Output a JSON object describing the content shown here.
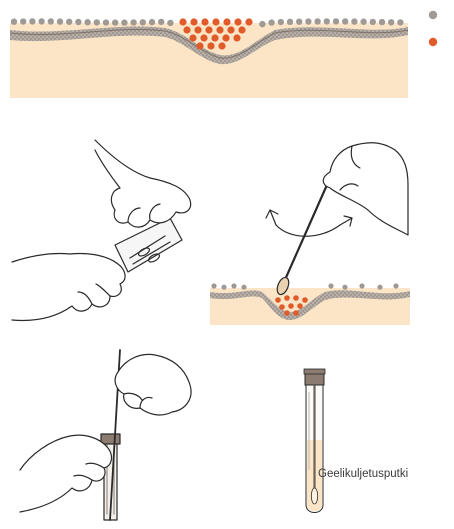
{
  "labels": {
    "gel_tube_caption": "Geelikuljetusputki"
  },
  "legend": {
    "items": [
      {
        "name": "legend-gray-dot"
      },
      {
        "name": "legend-orange-dot"
      }
    ]
  },
  "colors": {
    "tissue": "#fbe5c6",
    "tissue_edge": "#c9b79a",
    "crust": "#a9a29b",
    "bacteria": "#e05a2a",
    "gray_dot": "#a09a96",
    "skin_line": "#2a2a2a",
    "tube_cap": "#8c7b70",
    "gel": "#fbe5c6"
  }
}
